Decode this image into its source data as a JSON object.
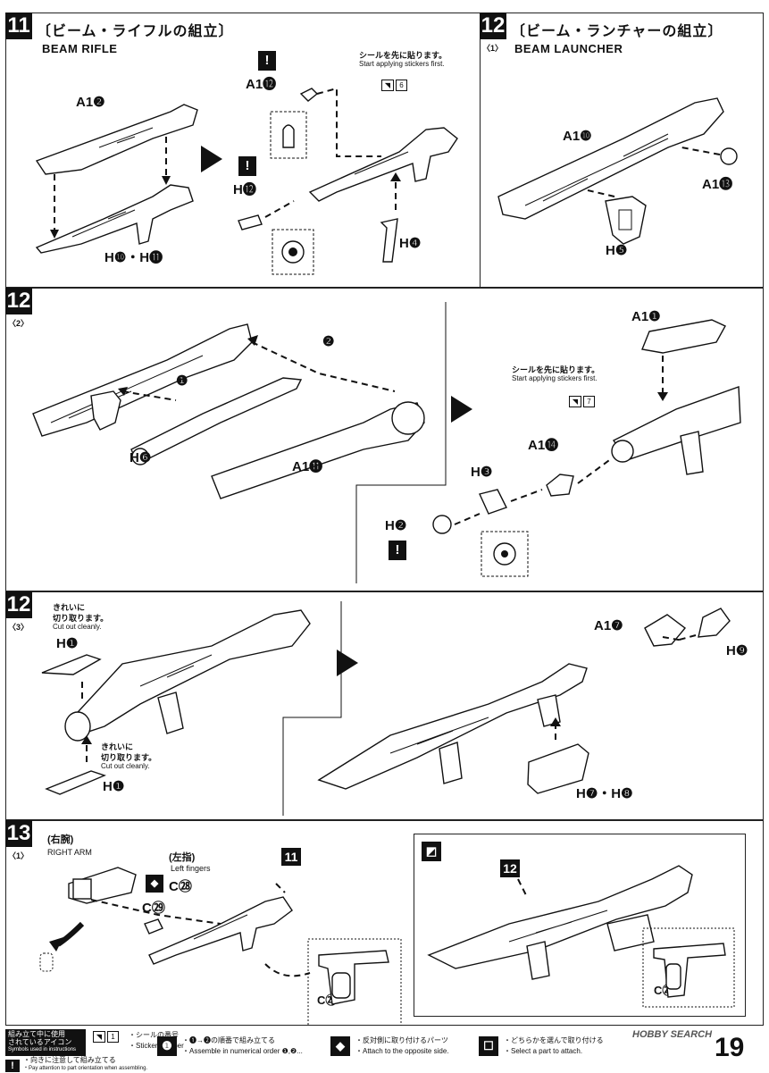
{
  "step11": {
    "number": "11",
    "title_jp": "〔ビーム・ライフルの組立〕",
    "title_en": "BEAM RIFLE",
    "parts": {
      "a12a": "A1❷",
      "h10h11": "H❿・H⓫",
      "a112": "A1⓬",
      "h12": "H⓬",
      "h4": "H❹"
    },
    "sticker_note_jp": "シールを先に貼ります。",
    "sticker_note_en": "Start applying stickers first.",
    "sticker_num": "6"
  },
  "step12_1": {
    "number": "12",
    "sub": "〈1〉",
    "title_jp": "〔ビーム・ランチャーの組立〕",
    "title_en": "BEAM LAUNCHER",
    "parts": {
      "a110": "A1❿",
      "a113": "A1⓭",
      "h5": "H❺"
    }
  },
  "step12_2": {
    "number": "12",
    "sub": "〈2〉",
    "parts": {
      "h6": "H❻",
      "a111": "A1⓫",
      "a11": "A1❶",
      "a114": "A1⓮",
      "h3": "H❸",
      "h2": "H❷"
    },
    "order_1": "❶",
    "order_2": "❷",
    "sticker_note_jp": "シールを先に貼ります。",
    "sticker_note_en": "Start applying stickers first.",
    "sticker_num": "7"
  },
  "step12_3": {
    "number": "12",
    "sub": "〈3〉",
    "cut_jp_1": "きれいに",
    "cut_jp_2": "切り取ります。",
    "cut_en": "Cut out cleanly.",
    "parts": {
      "h1a": "H❶",
      "h1b": "H❶",
      "a17": "A1❼",
      "h9": "H❾",
      "h7h8": "H❼・H❽"
    }
  },
  "step13_1": {
    "number": "13",
    "sub": "〈1〉",
    "arm_jp": "(右腕)",
    "arm_en": "RIGHT ARM",
    "fingers_jp": "(左指)",
    "fingers_en": "Left fingers",
    "parts": {
      "c28": "C㉘",
      "c29a": "C㉙",
      "c29b": "C㉙",
      "c29c": "C㉙"
    },
    "ref11": "11",
    "ref12": "12"
  },
  "legend": {
    "title_jp_1": "組み立て中に使用",
    "title_jp_2": "されているアイコン",
    "title_en": "Symbols used in instructions",
    "sticker_jp": "・シールの番号",
    "sticker_en": "・Sticker number",
    "sticker_num": "1",
    "items": [
      {
        "icon": "!",
        "jp": "・向きに注意して組み立てる",
        "en": "・Pay attention to part orientation when assembling."
      },
      {
        "icon": "❶",
        "jp": "・❶→❷の順番で組み立てる",
        "en": "・Assemble in numerical order ❶,❷..."
      },
      {
        "icon": "◆",
        "jp": "・反対側に取り付けるパーツ",
        "en": "・Attach to the opposite side."
      },
      {
        "icon": "☐",
        "jp": "・どちらかを選んで取り付ける",
        "en": "・Select a part to attach."
      }
    ]
  },
  "watermark": "HOBBY SEARCH",
  "page_number": "19"
}
